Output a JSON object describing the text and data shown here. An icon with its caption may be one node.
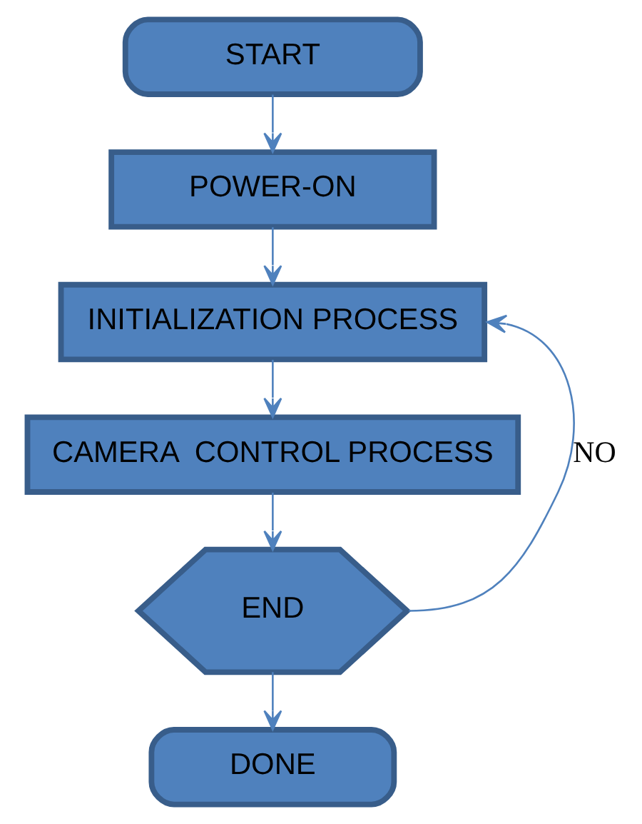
{
  "diagram": {
    "nodes": [
      {
        "text": [
          "START"
        ]
      },
      {
        "text": [
          "POWER-ON"
        ]
      },
      {
        "text": [
          "INITIALIZATION PROCESS"
        ]
      },
      {
        "text": [
          "CAMERA  CONTROL PROCESS"
        ]
      },
      {
        "text": [
          "END"
        ]
      },
      {
        "text": [
          "DONE"
        ]
      }
    ],
    "edges": [
      {
        "from": 0,
        "to": 1,
        "arrow": "to"
      },
      {
        "from": 1,
        "to": 2,
        "arrow": "to"
      },
      {
        "from": 2,
        "to": 3,
        "arrow": "to"
      },
      {
        "from": 3,
        "to": 4,
        "arrow": "to"
      },
      {
        "from": 4,
        "to": 5,
        "arrow": "to"
      },
      {
        "from": 4,
        "to": 2,
        "arrow": "to",
        "label": "NO"
      }
    ]
  }
}
